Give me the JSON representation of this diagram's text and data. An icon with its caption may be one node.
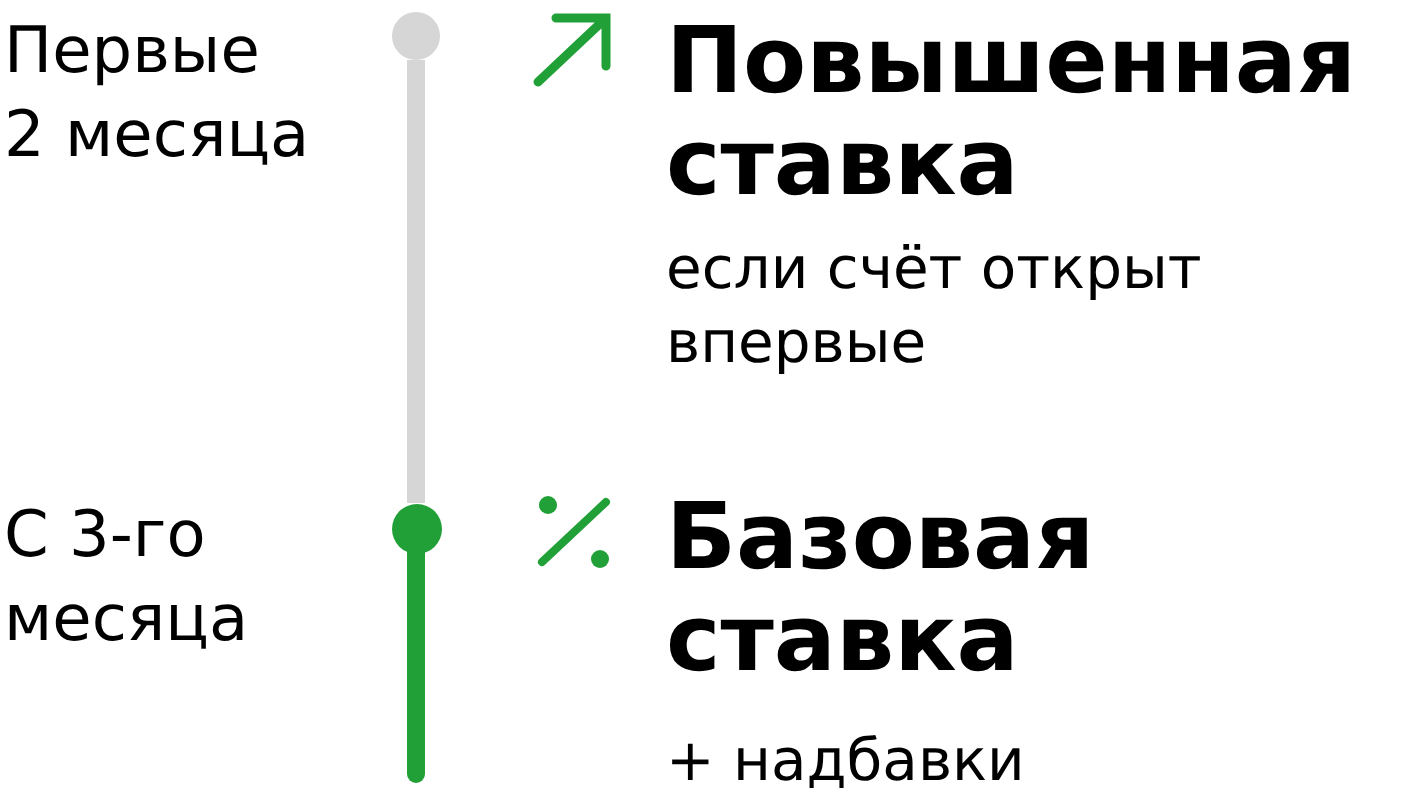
{
  "diagram": {
    "nodes": [
      {
        "text": [],
        "shape": "circle",
        "beside": [
          "Первые 2 месяца",
          "Повышенная ставка",
          "если счёт открыт впервые"
        ]
      },
      {
        "text": [],
        "shape": "circle",
        "beside": [
          "С 3-го месяца",
          "Базовая ставка",
          "+ надбавки"
        ]
      }
    ],
    "edges": [
      {
        "from": 0,
        "to": 1,
        "arrow": "none",
        "color": "#d6d6d6"
      },
      {
        "from": 1,
        "to": null,
        "arrow": "none",
        "color": "#21a038"
      }
    ]
  }
}
